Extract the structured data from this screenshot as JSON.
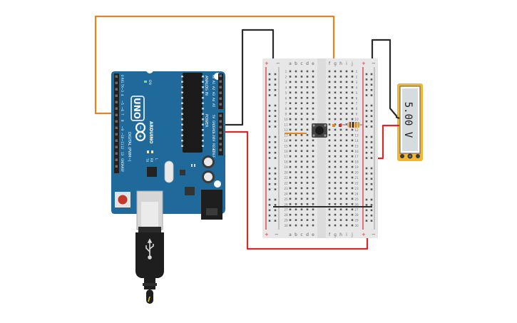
{
  "arduino": {
    "model": "UNO",
    "brand": "ARDUINO",
    "on_label": "ON",
    "tx_label": "TX",
    "rx_label": "RX",
    "l_label": "L",
    "digital_label": "DIGITAL (PWM~)",
    "analog_label": "ANALOG IN",
    "power_label": "POWER",
    "aref_label": "AREF",
    "digital_pins": [
      "0 RX",
      "1 TX",
      "~3",
      "4",
      "~5",
      "~6",
      "7",
      "8",
      "~9",
      "~10",
      "~11",
      "12",
      "13",
      "GND",
      "AREF"
    ],
    "power_pins": [
      "5V",
      "GND",
      "GND",
      "3.3V",
      "5V",
      "RESET",
      "IOREF"
    ],
    "analog_pins": [
      "A0",
      "A1",
      "A2",
      "A3",
      "A4",
      "A5"
    ]
  },
  "breadboard": {
    "columns_left": [
      "a",
      "b",
      "c",
      "d",
      "e"
    ],
    "columns_right": [
      "f",
      "g",
      "h",
      "i",
      "j"
    ],
    "rows": 30,
    "plus_label": "+",
    "minus_label": "−"
  },
  "multimeter": {
    "reading": "5.00 V"
  },
  "colors": {
    "wire_orange": "#e8831c",
    "wire_black": "#2a2a2a",
    "wire_red": "#d42a2a",
    "board_blue": "#1f6a9a",
    "multimeter_body": "#f2b632"
  }
}
